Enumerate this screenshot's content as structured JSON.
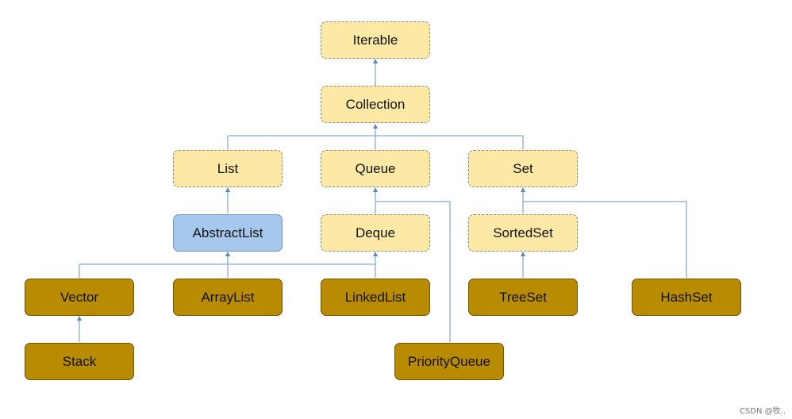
{
  "nodes": {
    "iterable": "Iterable",
    "collection": "Collection",
    "list": "List",
    "queue": "Queue",
    "set": "Set",
    "abstract_list": "AbstractList",
    "deque": "Deque",
    "sorted_set": "SortedSet",
    "vector": "Vector",
    "array_list": "ArrayList",
    "linked_list": "LinkedList",
    "tree_set": "TreeSet",
    "hash_set": "HashSet",
    "stack": "Stack",
    "priority_queue": "PriorityQueue"
  },
  "colors": {
    "interface_fill": "#fde9a6",
    "abstract_fill": "#a6c8ec",
    "concrete_fill": "#b88b00",
    "connector": "#6a90c6"
  },
  "watermark": "CSDN @牧.."
}
